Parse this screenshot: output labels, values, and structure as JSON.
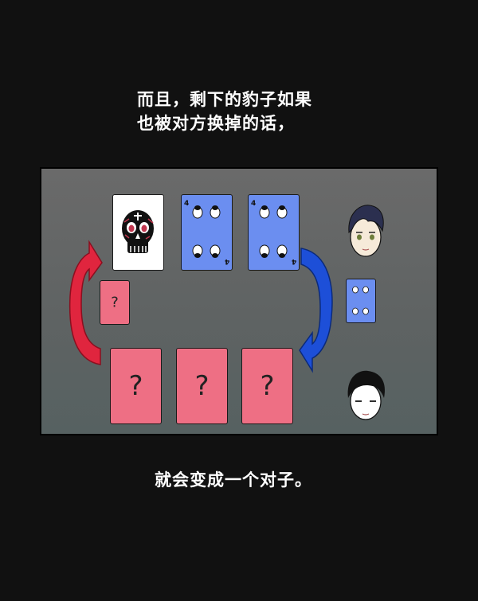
{
  "caption_top": {
    "line1": "而且，剩下的豹子如果",
    "line2": "也被对方换掉的话，"
  },
  "caption_bottom": "就会变成一个对子。",
  "board": {
    "middle_card_label": "?",
    "bottom_card_labels": [
      "?",
      "?",
      "?"
    ],
    "blue_card_rank": "4",
    "colors": {
      "background": "#111111",
      "panel": "#646666",
      "card_pink": "#ee6f84",
      "card_blue": "#6b8ef0",
      "arrow_red": "#e0253e",
      "arrow_blue": "#1d4fd8"
    },
    "icons": [
      "skull-card",
      "four-of-spades-card",
      "red-arrow",
      "blue-arrow",
      "player-avatar-top",
      "player-avatar-bottom"
    ]
  }
}
